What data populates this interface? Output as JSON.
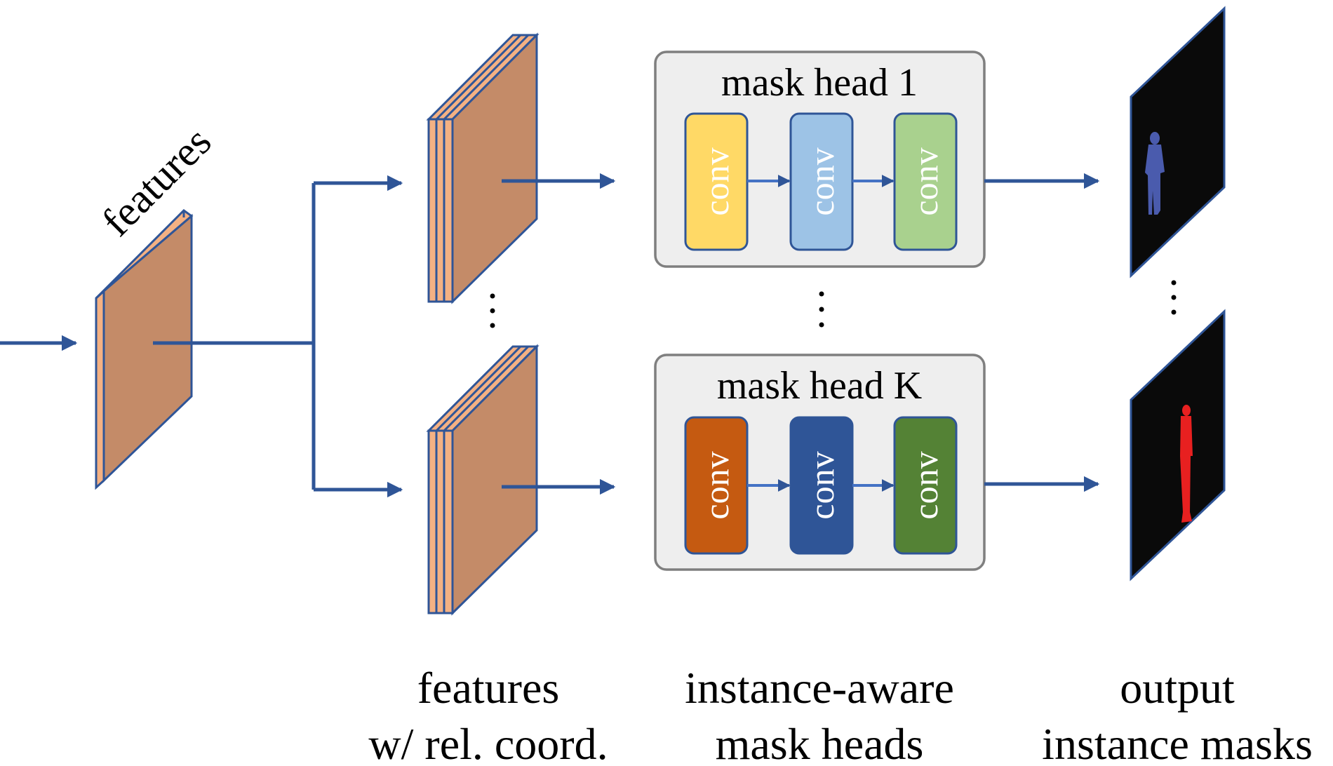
{
  "left_slab": {
    "label": "features"
  },
  "mask_heads": [
    {
      "title": "mask head 1",
      "convs": [
        {
          "label": "conv",
          "fill": "#FFD966"
        },
        {
          "label": "conv",
          "fill": "#9DC3E6"
        },
        {
          "label": "conv",
          "fill": "#A9D18E"
        }
      ]
    },
    {
      "title": "mask head K",
      "convs": [
        {
          "label": "conv",
          "fill": "#C55A11"
        },
        {
          "label": "conv",
          "fill": "#2F5597"
        },
        {
          "label": "conv",
          "fill": "#548235"
        }
      ]
    }
  ],
  "captions": [
    {
      "line1": "features",
      "line2": "w/ rel. coord."
    },
    {
      "line1": "instance-aware",
      "line2": "mask heads"
    },
    {
      "line1": "output",
      "line2": "instance masks"
    }
  ],
  "colors": {
    "arrow": "#2F5597",
    "slab_face": "#C48B68",
    "slab_edge": "#F4B183",
    "slab_stroke": "#2F5597",
    "box_fill": "#EEEEEE",
    "box_stroke": "#7F7F7F",
    "mask_bg": "#0A0A0A",
    "mask_1_silhouette": "#4A5BAD",
    "mask_K_silhouette": "#E82020"
  }
}
